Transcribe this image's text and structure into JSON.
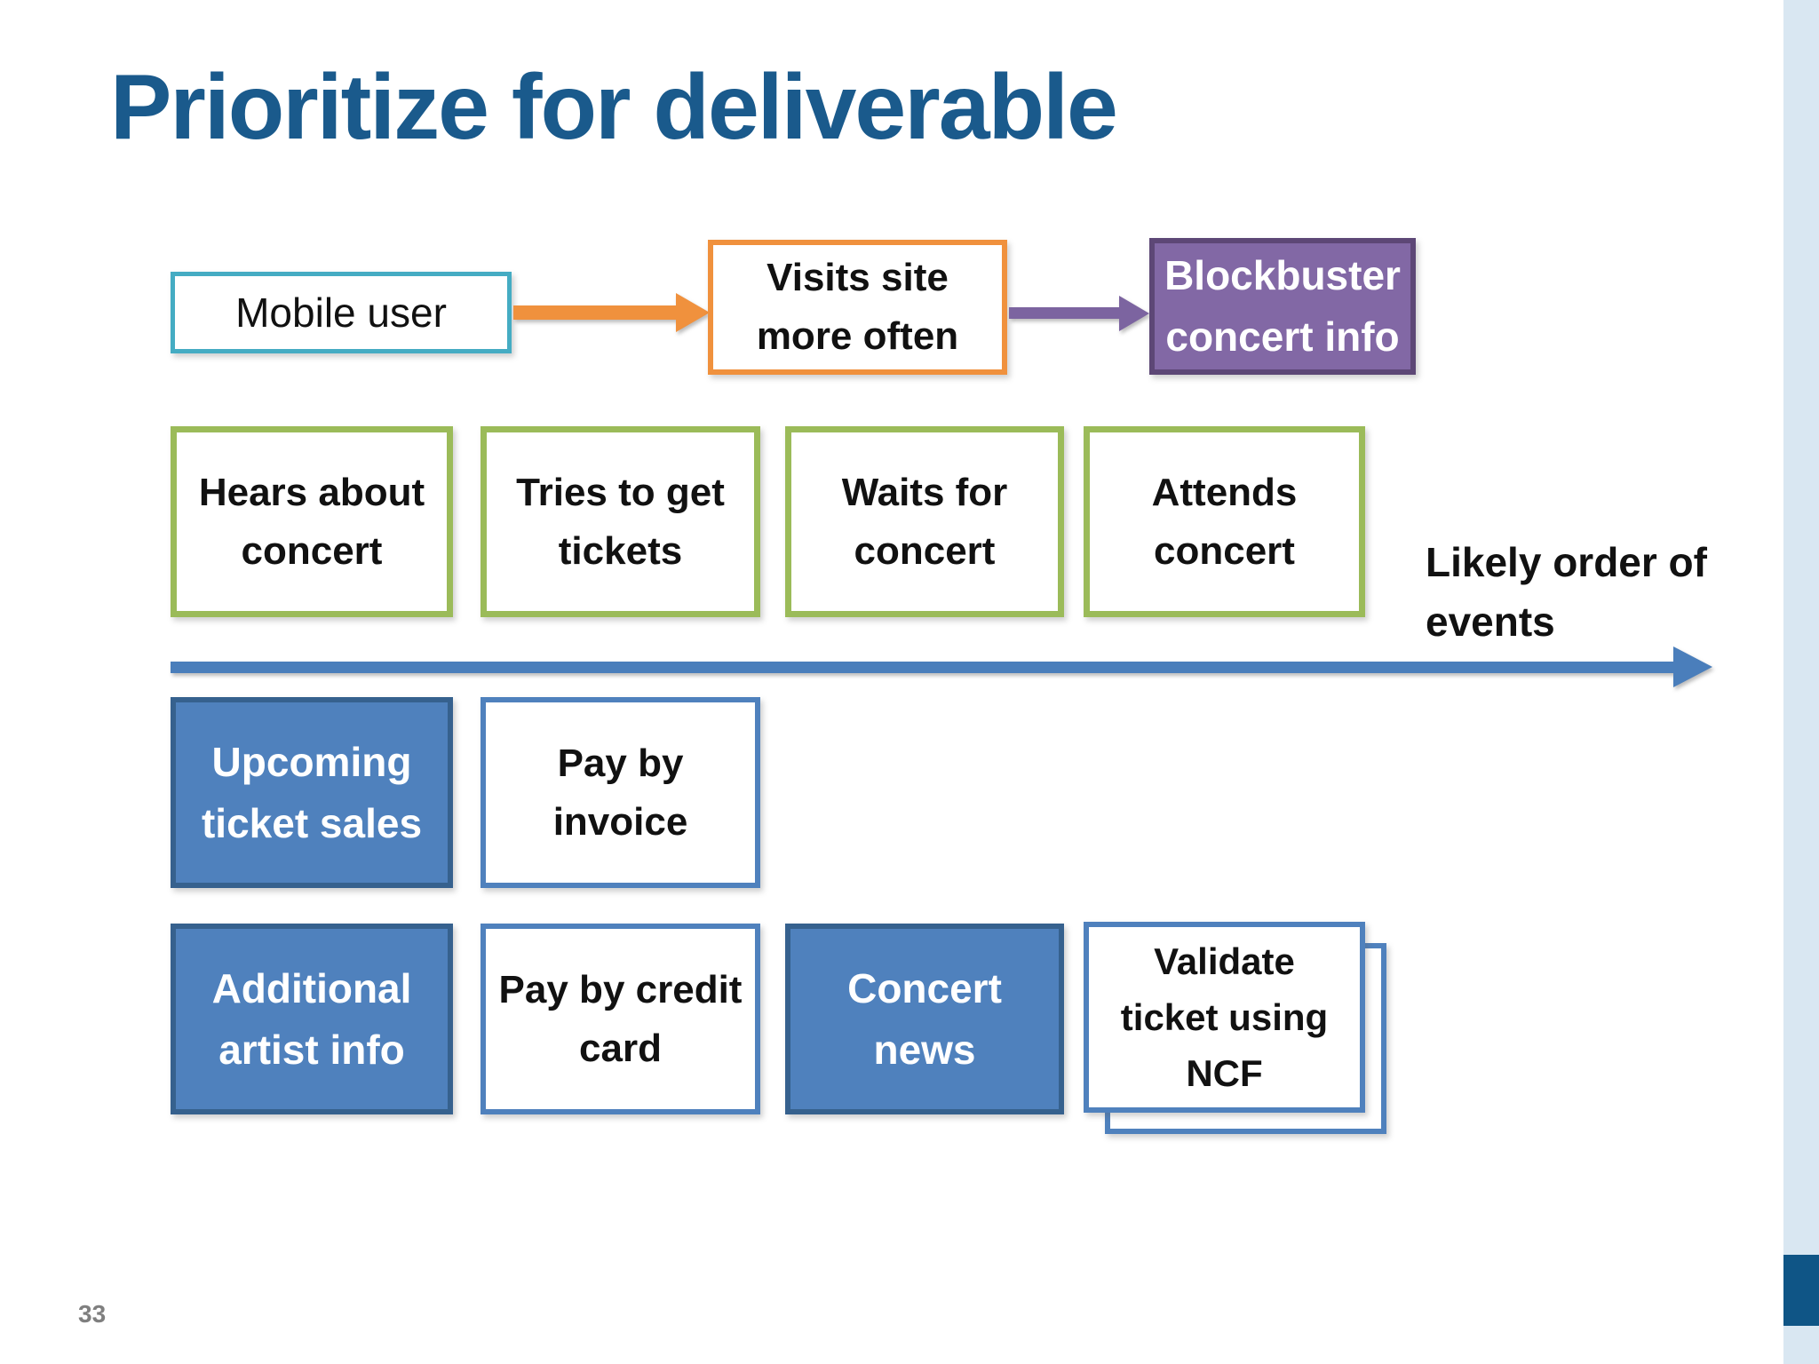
{
  "slide": {
    "title": "Prioritize for deliverable",
    "page_number": "33",
    "timeline_label": "Likely order of events"
  },
  "top_flow": {
    "mobile_user": "Mobile user",
    "visits_site": "Visits site more often",
    "blockbuster": "Blockbuster concert info"
  },
  "journey_steps": [
    "Hears about concert",
    "Tries to get tickets",
    "Waits for concert",
    "Attends concert"
  ],
  "features": {
    "upcoming": "Upcoming ticket sales",
    "pay_invoice": "Pay by invoice",
    "additional": "Additional artist info",
    "pay_credit": "Pay by credit card",
    "concert_news": "Concert news",
    "validate": "Validate ticket using NCF"
  },
  "colors": {
    "title_blue": "#1A5A8C",
    "teal_border": "#45ACC3",
    "orange": "#F0913D",
    "purple_fill": "#8268A5",
    "purple_border": "#5D4776",
    "green_border": "#9BBB59",
    "blue_fill": "#4F81BD",
    "blue_dark_border": "#36618E",
    "timeline_arrow_blue": "#4A7EBB",
    "side_strip_light": "#D9E7F2",
    "side_strip_dark": "#0F5586",
    "page_number_gray": "#7F7F7F"
  }
}
